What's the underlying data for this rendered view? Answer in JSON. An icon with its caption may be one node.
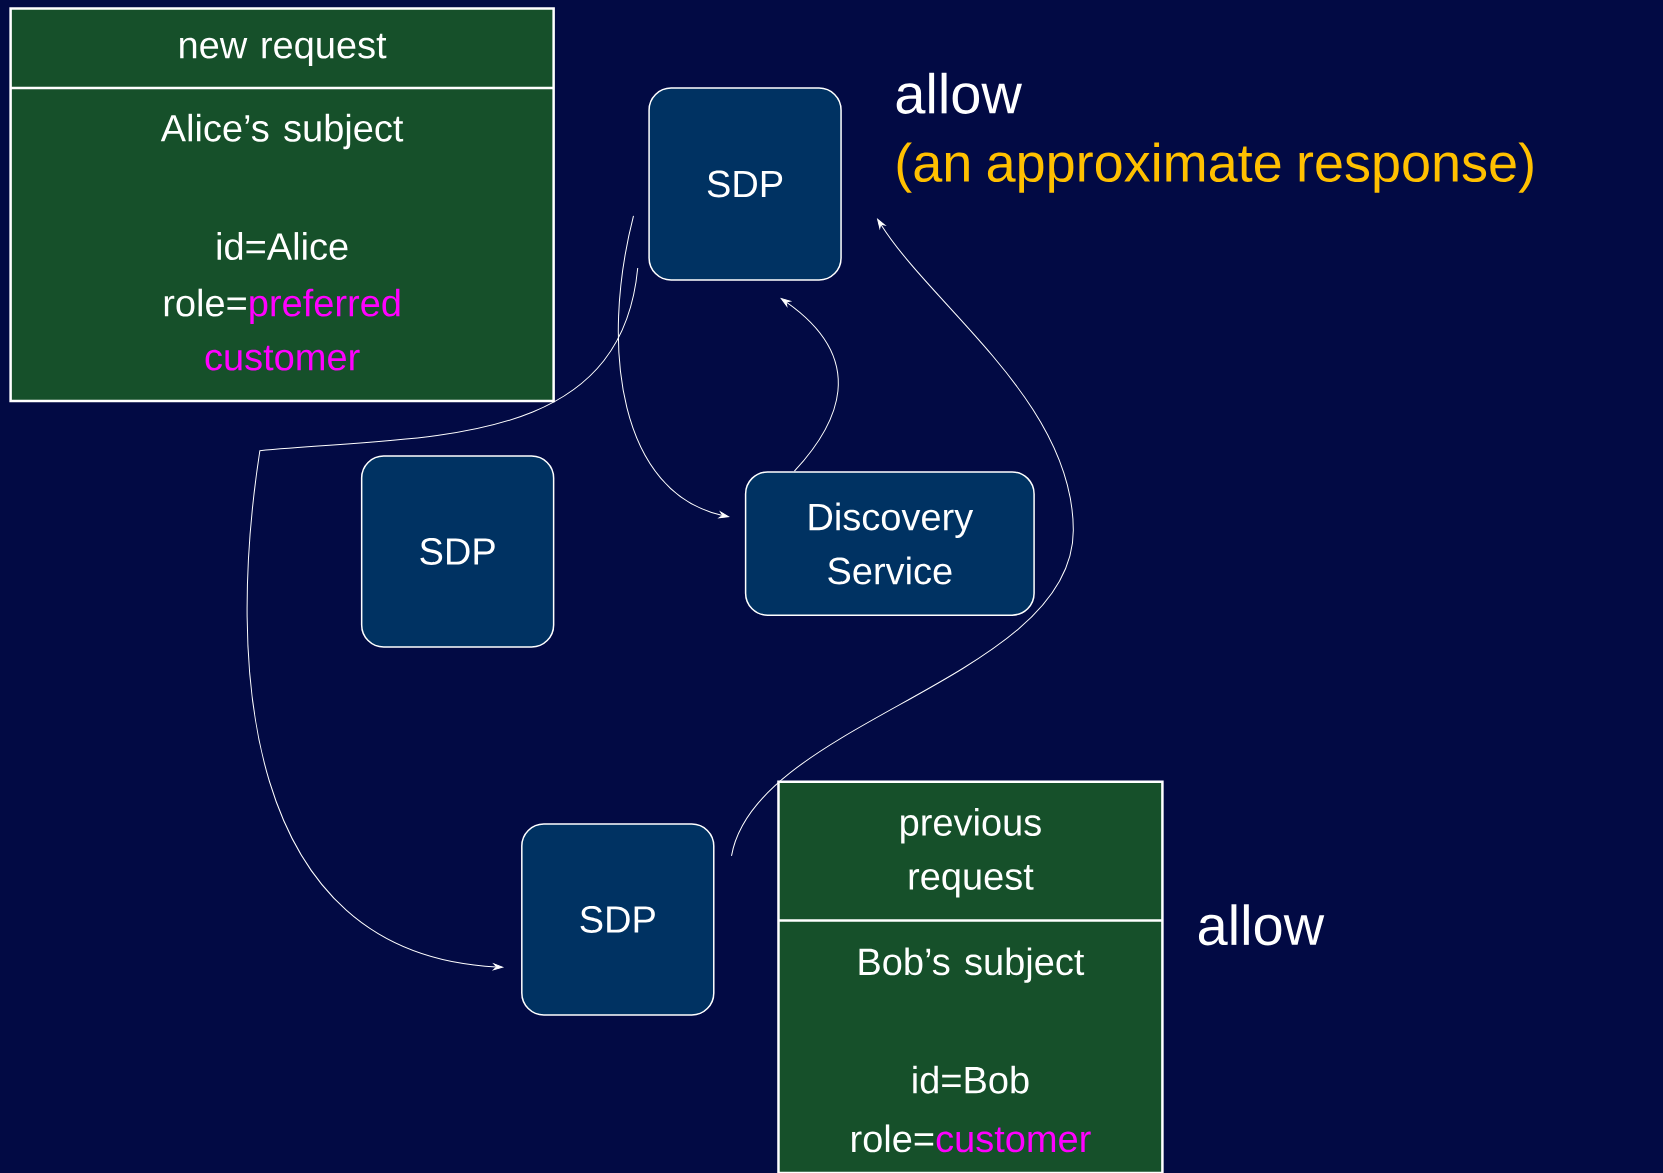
{
  "diagram": {
    "nodes": [
      {
        "text": [
          "new request",
          "Alice’s subject",
          "id=Alice",
          "role=",
          "preferred customer"
        ]
      },
      {
        "text": [
          "SDP"
        ]
      },
      {
        "text": [
          "SDP"
        ]
      },
      {
        "text": [
          "Discovery Service"
        ]
      },
      {
        "text": [
          "SDP"
        ]
      },
      {
        "text": [
          "previous request",
          "Bob’s subject",
          "id=Bob",
          "role=",
          "customer"
        ]
      }
    ],
    "edges": [
      {
        "from": 1,
        "to": 4,
        "arrow": "to"
      },
      {
        "from": 1,
        "to": 3,
        "arrow": "to"
      },
      {
        "from": 3,
        "to": 1,
        "arrow": "to"
      },
      {
        "from": 4,
        "to": 1,
        "arrow": "to"
      }
    ],
    "labels": [
      "allow",
      "(an approximate response)",
      "allow"
    ]
  }
}
